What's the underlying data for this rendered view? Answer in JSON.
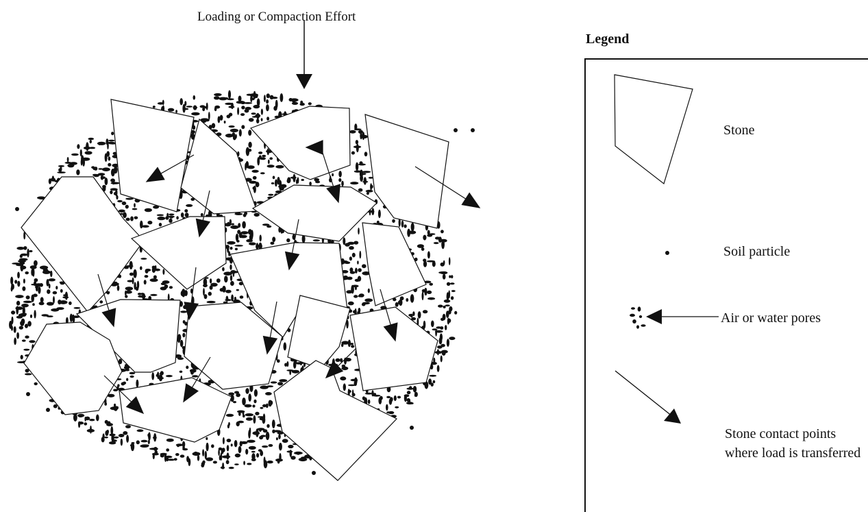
{
  "diagram": {
    "load_label": "Loading or Compaction Effort"
  },
  "legend": {
    "title": "Legend",
    "items": [
      {
        "label": "Stone",
        "icon": "stone-polygon-icon"
      },
      {
        "label": "Soil particle",
        "icon": "soil-particle-dot-icon"
      },
      {
        "label": "Air or water pores",
        "icon": "pore-cluster-icon"
      },
      {
        "label": "Stone contact points where load is transferred",
        "icon": "load-transfer-arrow-icon"
      }
    ]
  },
  "colors": {
    "ink": "#111111",
    "background": "#ffffff"
  }
}
